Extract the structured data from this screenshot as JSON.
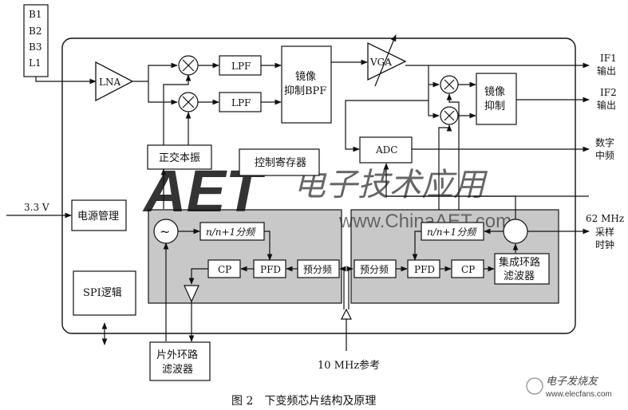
{
  "band_inputs": [
    "B1",
    "B2",
    "B3",
    "L1"
  ],
  "blocks": {
    "lna": "LNA",
    "lpf_top": "LPF",
    "lpf_bottom": "LPF",
    "image_bpf": [
      "镜像",
      "抑制BPF"
    ],
    "vga": "VGA",
    "image_reject": [
      "镜像",
      "抑制"
    ],
    "adc": "ADC",
    "quad_lo": "正交本振",
    "ctrl_reg": "控制寄存器",
    "power_mgmt": "电源管理",
    "spi": "SPI逻辑",
    "ext_filter": [
      "片外环路",
      "滤波器"
    ],
    "div_left": "n/n+1分频",
    "cp_left": "CP",
    "pfd_left": "PFD",
    "prescaler_left": "预分频",
    "prescaler_right": "预分频",
    "pfd_right": "PFD",
    "cp_right": "CP",
    "div_right": "n/n+1分频",
    "int_filter": [
      "集成环路",
      "滤波器"
    ],
    "vco_symbol": "~"
  },
  "ports": {
    "if1": [
      "IF1",
      "输出"
    ],
    "if2": [
      "IF2",
      "输出"
    ],
    "digital_if": [
      "数字",
      "中频"
    ],
    "clock": [
      "62 MHz",
      "采样",
      "时钟"
    ],
    "vdd": "3.3 V",
    "ref": "10 MHz参考"
  },
  "caption": "图 2　下变频芯片结构及原理",
  "watermarks": {
    "aet_logo": "AET",
    "cn_name": "电子技术应用",
    "url": "www.ChinaAET.com",
    "footer": "电子发烧友",
    "footer_url": "www.elecfans.com"
  },
  "colors": {
    "pll_bg": "#c8c8c8",
    "line": "#111111",
    "watermark_red": "#e23a3a",
    "watermark_blue": "#2f7fc6"
  }
}
